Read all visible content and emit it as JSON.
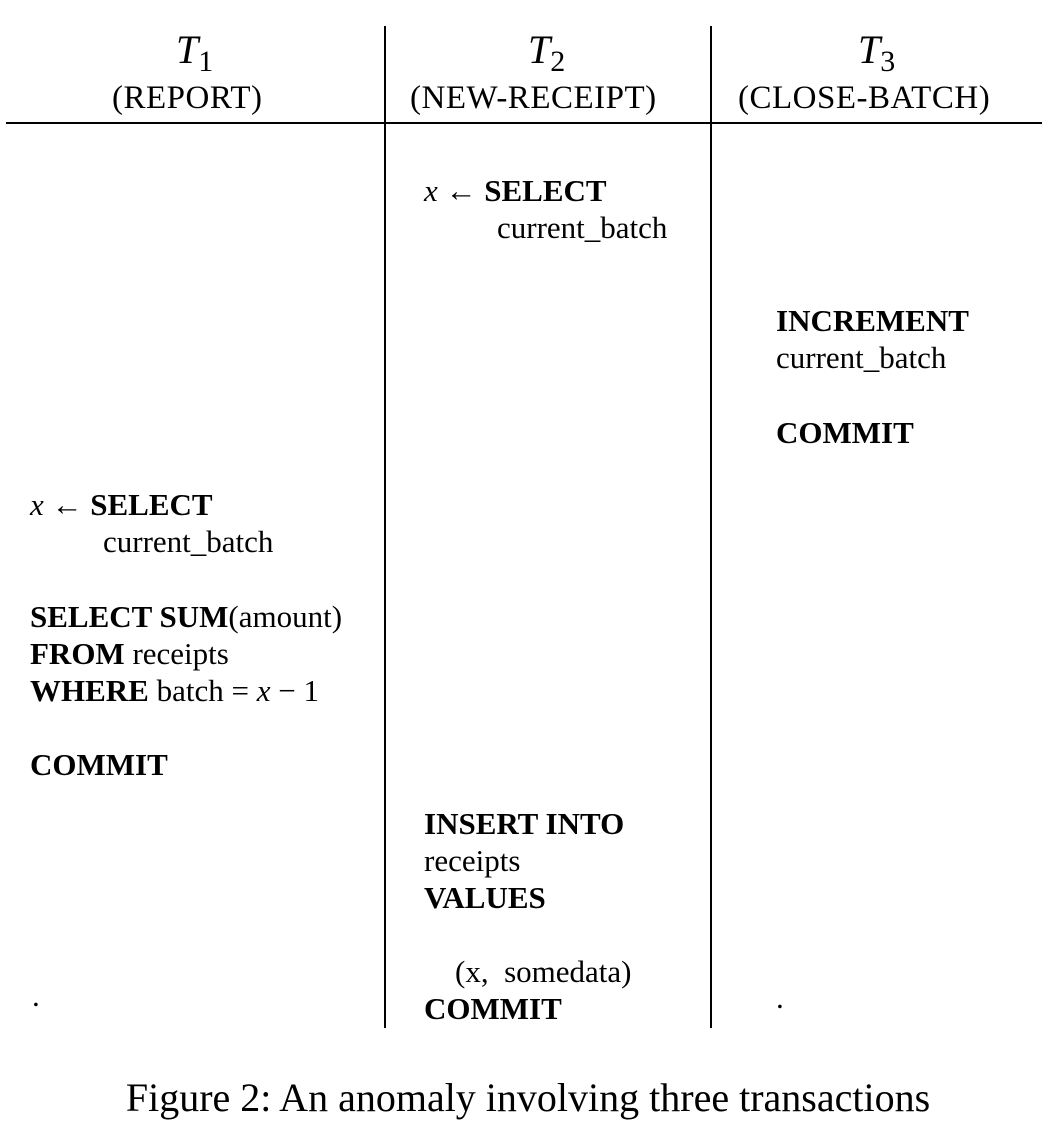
{
  "headers": {
    "t1": {
      "symbol": "T",
      "index": "1",
      "name": "REPORT"
    },
    "t2": {
      "symbol": "T",
      "index": "2",
      "name": "NEW-RECEIPT"
    },
    "t3": {
      "symbol": "T",
      "index": "3",
      "name": "CLOSE-BATCH"
    }
  },
  "t2_ops": {
    "select_var": "x",
    "arrow": "←",
    "select_kw": "SELECT",
    "select_target": "current_batch",
    "insert_kw": "INSERT INTO",
    "insert_table": "receipts",
    "values_kw": "VALUES",
    "values_tuple": "(x,  somedata)",
    "commit_kw": "COMMIT"
  },
  "t3_ops": {
    "increment_kw": "INCREMENT",
    "increment_target": "current_batch",
    "commit_kw": "COMMIT",
    "trailing_dot": "."
  },
  "t1_ops": {
    "select_var": "x",
    "arrow": "←",
    "select_kw": "SELECT",
    "select_target": "current_batch",
    "sum_kw": "SELECT SUM",
    "sum_arg": "(amount)",
    "from_kw": "FROM",
    "from_table": "receipts",
    "where_kw": "WHERE",
    "where_lhs": "batch = ",
    "where_var": "x",
    "where_rhs": " − 1",
    "commit_kw": "COMMIT",
    "trailing_dot": "."
  },
  "caption": "Figure 2: An anomaly involving three transactions"
}
